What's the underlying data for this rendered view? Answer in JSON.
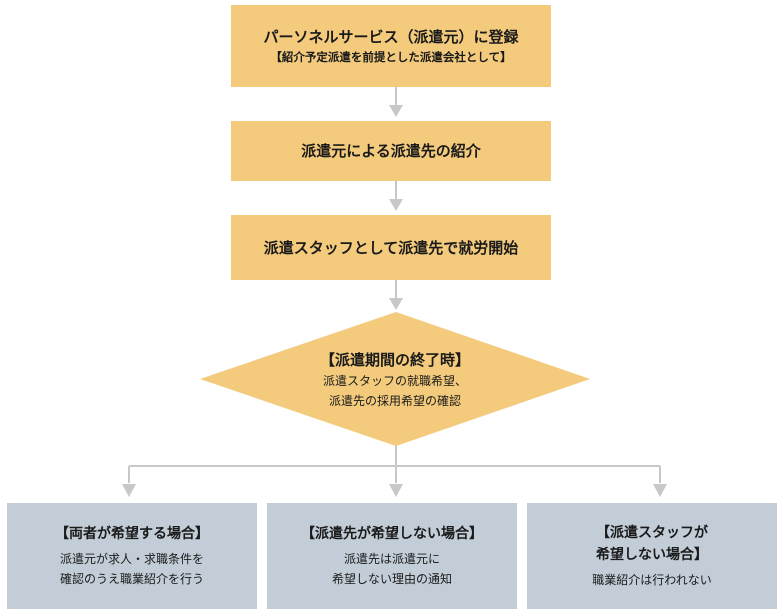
{
  "step1": {
    "title": "パーソネルサービス（派遣元）に登録",
    "subtitle": "【紹介予定派遣を前提とした派遣会社として】"
  },
  "step2": {
    "title": "派遣元による派遣先の紹介"
  },
  "step3": {
    "title": "派遣スタッフとして派遣先で就労開始"
  },
  "decision": {
    "title": "【派遣期間の終了時】",
    "line1": "派遣スタッフの就職希望、",
    "line2": "派遣先の採用希望の確認"
  },
  "outcomes": [
    {
      "heading": "【両者が希望する場合】",
      "line1": "派遣元が求人・求職条件を",
      "line2": "確認のうえ職業紹介を行う"
    },
    {
      "heading": "【派遣先が希望しない場合】",
      "line1": "派遣先は派遣元に",
      "line2": "希望しない理由の通知"
    },
    {
      "heading_line1": "【派遣スタッフが",
      "heading_line2": "希望しない場合】",
      "line1": "職業紹介は行われない"
    }
  ],
  "colors": {
    "step_fill": "#f4cb7d",
    "outcome_fill": "#c2cdd7",
    "connector": "#c8c8c8"
  }
}
